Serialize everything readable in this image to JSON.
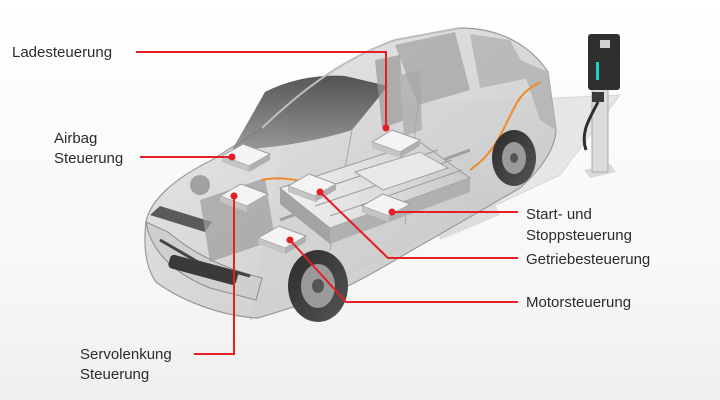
{
  "labels": {
    "charging": "Ladesteuerung",
    "airbag_line1": "Airbag",
    "airbag_line2": "Steuerung",
    "start_stop_line1": "Start- und",
    "start_stop_line2": "Stoppsteuerung",
    "transmission": "Getriebesteuerung",
    "motor": "Motorsteuerung",
    "steering_line1": "Servolenkung",
    "steering_line2": "Steuerung"
  },
  "colors": {
    "callout": "#e41f26",
    "text": "#2b2b2b",
    "charger_accent": "#1fd0c4"
  },
  "icons": [
    "ecu-module-icon",
    "ev-charger-icon",
    "battery-pack-icon",
    "car-chassis-icon"
  ]
}
